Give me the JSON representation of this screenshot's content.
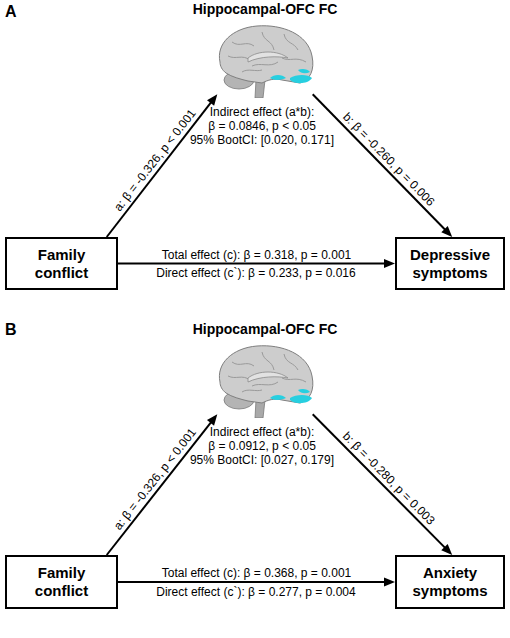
{
  "diagram": {
    "nodes": [
      {
        "text": [
          "Hippocampal-OFC FC"
        ]
      },
      {
        "text": [
          "Family conflict"
        ]
      },
      {
        "text": [
          "Depressive symptoms"
        ]
      },
      {
        "text": [
          "Hippocampal-OFC FC"
        ]
      },
      {
        "text": [
          "Family conflict"
        ]
      },
      {
        "text": [
          "Anxiety symptoms"
        ]
      }
    ],
    "edges": [
      {
        "from": 1,
        "to": 0,
        "arrow": "to",
        "label": "a: β = -0.326, p < 0.001"
      },
      {
        "from": 0,
        "to": 2,
        "arrow": "to",
        "label": "b: β = -0.260, p = 0.006"
      },
      {
        "from": 1,
        "to": 2,
        "arrow": "to",
        "label": "Total effect (c): β = 0.318, p = 0.001"
      },
      {
        "from": 4,
        "to": 3,
        "arrow": "to",
        "label": "a: β = -0.326, p < 0.001"
      },
      {
        "from": 3,
        "to": 5,
        "arrow": "to",
        "label": "b: β = -0.280, p = 0.003"
      },
      {
        "from": 4,
        "to": 5,
        "arrow": "to",
        "label": "Total effect (c): β = 0.368, p = 0.001"
      }
    ],
    "labels": [
      "A",
      "Indirect effect (a*b):",
      "β = 0.0846, p < 0.05",
      "95% BootCI: [0.020, 0.171]",
      "Direct effect (c`): β = 0.233, p = 0.016",
      "B",
      "Indirect effect (a*b):",
      "β = 0.0912, p < 0.05",
      "95% BootCI: [0.027, 0.179]",
      "Direct effect (c`): β = 0.277, p = 0.004"
    ]
  }
}
